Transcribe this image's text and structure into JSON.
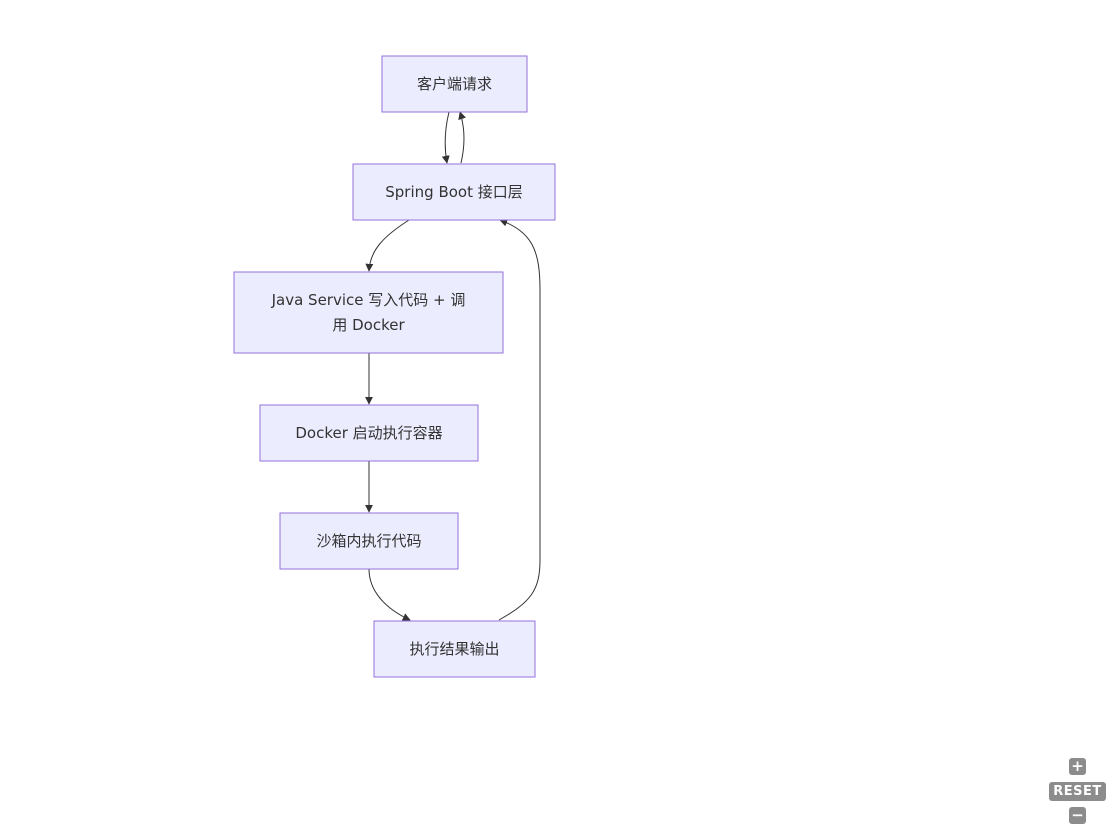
{
  "diagram": {
    "type": "flowchart",
    "direction": "top-down",
    "nodes": [
      {
        "id": "client",
        "lines": [
          "客户端请求"
        ]
      },
      {
        "id": "api",
        "lines": [
          "Spring Boot 接口层"
        ]
      },
      {
        "id": "service",
        "lines": [
          "Java Service 写入代码 + 调",
          "用 Docker"
        ]
      },
      {
        "id": "docker",
        "lines": [
          "Docker 启动执行容器"
        ]
      },
      {
        "id": "sandbox",
        "lines": [
          "沙箱内执行代码"
        ]
      },
      {
        "id": "result",
        "lines": [
          "执行结果输出"
        ]
      }
    ],
    "edges": [
      {
        "from": "client",
        "to": "api"
      },
      {
        "from": "api",
        "to": "client"
      },
      {
        "from": "api",
        "to": "service"
      },
      {
        "from": "service",
        "to": "docker"
      },
      {
        "from": "docker",
        "to": "sandbox"
      },
      {
        "from": "sandbox",
        "to": "result"
      },
      {
        "from": "result",
        "to": "api"
      }
    ],
    "colors": {
      "node_fill": "#ECECFF",
      "node_stroke": "#9370DB",
      "edge": "#333333",
      "text": "#333333"
    }
  },
  "controls": {
    "zoom_in_label": "+",
    "reset_label": "RESET",
    "zoom_out_label": "−"
  }
}
